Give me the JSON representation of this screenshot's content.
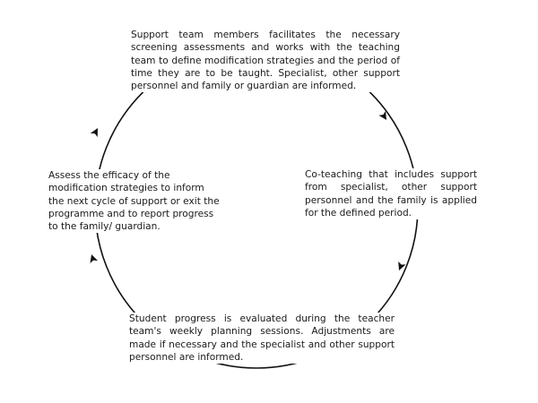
{
  "diagram": {
    "steps": [
      {
        "id": "top",
        "text": "Support team members facilitates the necessary screening assessments and works with the teaching team to define modification strategies and the period of time they are to be taught. Specialist, other support personnel and family or guardian are informed."
      },
      {
        "id": "right",
        "text": "Co-teaching that includes support from specialist, other support personnel and the family is applied for the defined period."
      },
      {
        "id": "bottom",
        "text": "Student progress is evaluated during the teacher team's weekly planning sessions. Adjustments are made if necessary and the specialist and other support personnel are informed."
      },
      {
        "id": "left",
        "text": "Assess the efficacy of the modification strategies to inform the next cycle of support or exit the programme and to report progress to the family/ guardian."
      }
    ],
    "line_color": "#111111"
  }
}
